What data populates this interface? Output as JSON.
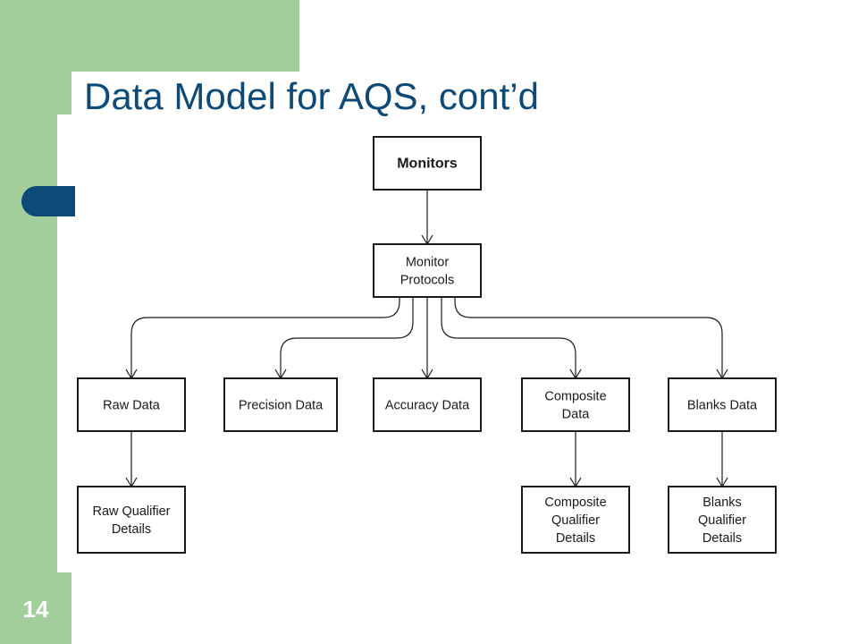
{
  "slide": {
    "title": "Data Model for AQS, cont’d",
    "number": "14"
  },
  "diagram": {
    "nodes": [
      {
        "id": "monitors",
        "lines": [
          "Monitors"
        ],
        "bold": true
      },
      {
        "id": "monitor-protocols",
        "lines": [
          "Monitor",
          "Protocols"
        ]
      },
      {
        "id": "raw-data",
        "lines": [
          "Raw Data"
        ]
      },
      {
        "id": "precision-data",
        "lines": [
          "Precision Data"
        ]
      },
      {
        "id": "accuracy-data",
        "lines": [
          "Accuracy Data"
        ]
      },
      {
        "id": "composite-data",
        "lines": [
          "Composite",
          "Data"
        ]
      },
      {
        "id": "blanks-data",
        "lines": [
          "Blanks Data"
        ]
      },
      {
        "id": "raw-qualifier-details",
        "lines": [
          "Raw Qualifier",
          "Details"
        ]
      },
      {
        "id": "composite-qualifier-details",
        "lines": [
          "Composite",
          "Qualifier",
          "Details"
        ]
      },
      {
        "id": "blanks-qualifier-details",
        "lines": [
          "Blanks",
          "Qualifier",
          "Details"
        ]
      }
    ],
    "edges": [
      {
        "from": "monitors",
        "to": "monitor-protocols"
      },
      {
        "from": "monitor-protocols",
        "to": "raw-data"
      },
      {
        "from": "monitor-protocols",
        "to": "precision-data"
      },
      {
        "from": "monitor-protocols",
        "to": "accuracy-data"
      },
      {
        "from": "monitor-protocols",
        "to": "composite-data"
      },
      {
        "from": "monitor-protocols",
        "to": "blanks-data"
      },
      {
        "from": "raw-data",
        "to": "raw-qualifier-details"
      },
      {
        "from": "composite-data",
        "to": "composite-qualifier-details"
      },
      {
        "from": "blanks-data",
        "to": "blanks-qualifier-details"
      }
    ]
  }
}
